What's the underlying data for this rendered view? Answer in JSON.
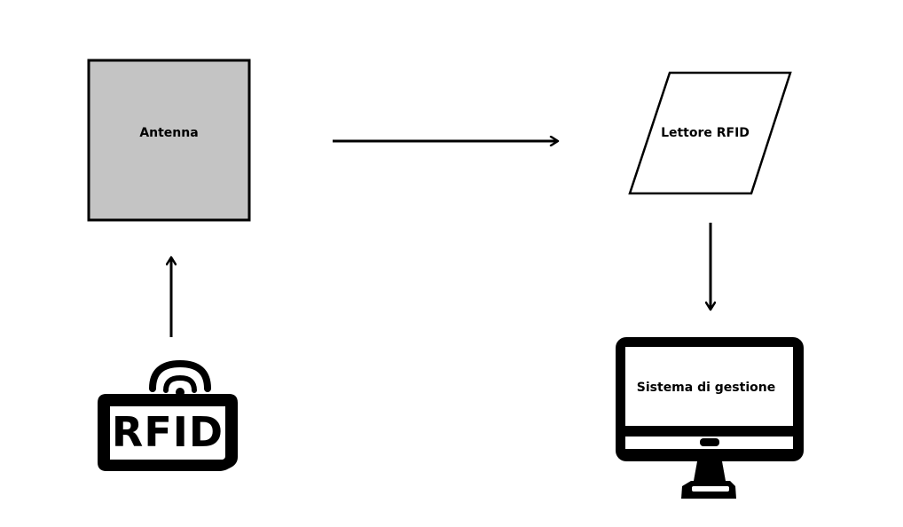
{
  "diagram": {
    "nodes": {
      "antenna": {
        "label": "Antenna",
        "fill": "#c4c4c4"
      },
      "reader": {
        "label": "Lettore RFID"
      },
      "system": {
        "label": "Sistema di gestione"
      },
      "tag": {
        "label": "RFID",
        "icon": "rfid-tag-icon"
      }
    },
    "edges": [
      {
        "from": "tag",
        "to": "antenna"
      },
      {
        "from": "antenna",
        "to": "reader"
      },
      {
        "from": "reader",
        "to": "system"
      }
    ],
    "colors": {
      "stroke": "#000000",
      "background": "#ffffff"
    }
  }
}
